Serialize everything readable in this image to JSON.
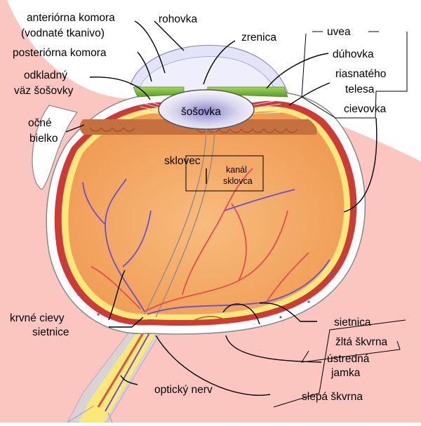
{
  "labels": {
    "anterior_chamber": "anteriórna komora",
    "aqueous_humor": "(vodnaté tkanivo)",
    "posterior_chamber": "posteriórna komora",
    "zonule": "odkladný",
    "zonule_2": "väz šošovky",
    "sclera": "očné",
    "sclera_2": "bielko",
    "cornea": "rohovka",
    "pupil": "zrenica",
    "uvea": "uvea",
    "iris": "dúhovka",
    "ciliary_body": "riasnatého",
    "ciliary_body_2": "telesa",
    "choroid": "cievovka",
    "lens": "šošovka",
    "vitreous": "sklovec",
    "hyaloid_canal": "kanál",
    "hyaloid_canal_2": "sklovca",
    "retinal_vessels": "krvné cievy",
    "retinal_vessels_2": "sietnice",
    "retina": "sietnica",
    "macula": "žltá škvrna",
    "fovea": "ústredná",
    "fovea_2": "jamka",
    "blind_spot": "slepá škvrna",
    "optic_nerve": "optický nerv"
  },
  "colors": {
    "background_pink": "#fbc6c0",
    "vitreous_orange": "#f3a35d",
    "retina_yellow": "#fbe87a",
    "choroid_red": "#cf3a36",
    "sclera_white": "#ffffff",
    "cornea_blue": "#e4e4f8",
    "iris_green": "#86c441",
    "vessel_purple": "#6b4fd1",
    "artery_red": "#e0504a"
  }
}
